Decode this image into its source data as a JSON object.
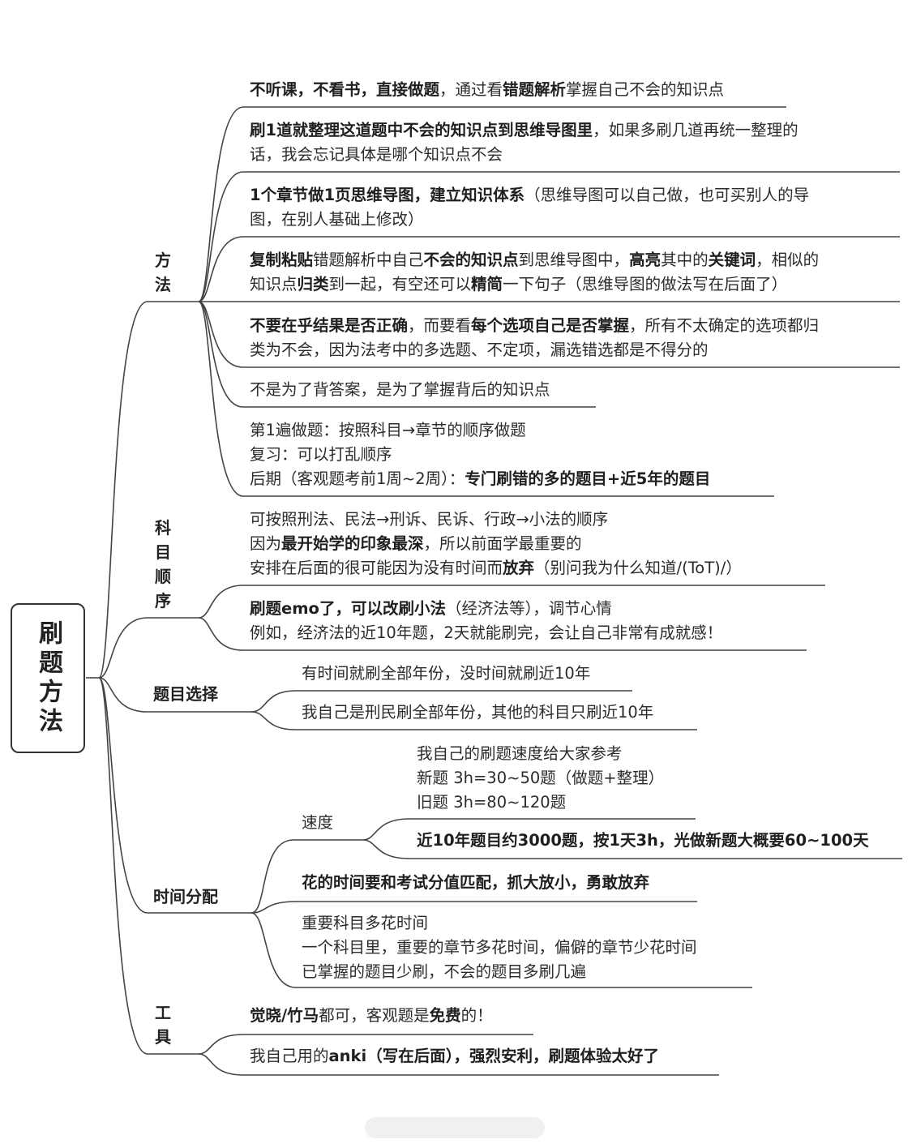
{
  "root": {
    "title": "刷题方法"
  },
  "branches": {
    "method": "方法",
    "subject_order": "科目顺序",
    "question_selection": "题目选择",
    "time_allocation": "时间分配",
    "tools": "工具",
    "speed": "速度"
  },
  "leaves": {
    "m1": {
      "l1": [
        {
          "t": "不听课，不看书，直接做题",
          "b": true
        },
        {
          "t": "，通过看"
        },
        {
          "t": "错题解析",
          "b": true
        },
        {
          "t": "掌握自己不会的知识点"
        }
      ]
    },
    "m2": {
      "l1": [
        {
          "t": "刷1道就整理这道题中不会的知识点到思维导图里",
          "b": true
        },
        {
          "t": "，如果多刷几道再统一整理的"
        }
      ],
      "l2": [
        {
          "t": "话，我会忘记具体是哪个知识点不会"
        }
      ]
    },
    "m3": {
      "l1": [
        {
          "t": "1个章节做1页思维导图，建立知识体系",
          "b": true
        },
        {
          "t": "（思维导图可以自己做，也可买别人的导"
        }
      ],
      "l2": [
        {
          "t": "图，在别人基础上修改）"
        }
      ]
    },
    "m4": {
      "l1": [
        {
          "t": "复制粘贴",
          "b": true
        },
        {
          "t": "错题解析中自己"
        },
        {
          "t": "不会的知识点",
          "b": true
        },
        {
          "t": "到思维导图中，"
        },
        {
          "t": "高亮",
          "b": true
        },
        {
          "t": "其中的"
        },
        {
          "t": "关键词",
          "b": true
        },
        {
          "t": "，相似的"
        }
      ],
      "l2": [
        {
          "t": "知识点"
        },
        {
          "t": "归类",
          "b": true
        },
        {
          "t": "到一起，有空还可以"
        },
        {
          "t": "精简",
          "b": true
        },
        {
          "t": "一下句子（思维导图的做法写在后面了）"
        }
      ]
    },
    "m5": {
      "l1": [
        {
          "t": "不要在乎结果是否正确",
          "b": true
        },
        {
          "t": "，而要看"
        },
        {
          "t": "每个选项自己是否掌握",
          "b": true
        },
        {
          "t": "，所有不太确定的选项都归"
        }
      ],
      "l2": [
        {
          "t": "类为不会，因为法考中的多选题、不定项，漏选错选都是不得分的"
        }
      ]
    },
    "m6": {
      "l1": [
        {
          "t": "不是为了背答案，是为了掌握背后的知识点"
        }
      ]
    },
    "m7": {
      "l1": [
        {
          "t": "第1遍做题：按照科目→章节的顺序做题"
        }
      ],
      "l2": [
        {
          "t": "复习：可以打乱顺序"
        }
      ],
      "l3": [
        {
          "t": "后期（客观题考前1周~2周）："
        },
        {
          "t": "专门刷错的多的题目+近5年的题目",
          "b": true
        }
      ]
    },
    "s1": {
      "l1": [
        {
          "t": "可按照刑法、民法→刑诉、民诉、行政→小法的顺序"
        }
      ],
      "l2": [
        {
          "t": "因为"
        },
        {
          "t": "最开始学的印象最深",
          "b": true
        },
        {
          "t": "，所以前面学最重要的"
        }
      ],
      "l3": [
        {
          "t": "安排在后面的很可能因为没有时间而"
        },
        {
          "t": "放弃",
          "b": true
        },
        {
          "t": "（别问我为什么知道/(ToT)/）"
        }
      ]
    },
    "s2": {
      "l1": [
        {
          "t": "刷题emo了，可以改刷小法",
          "b": true
        },
        {
          "t": "（经济法等），调节心情"
        }
      ],
      "l2": [
        {
          "t": "例如，经济法的近10年题，2天就能刷完，会让自己非常有成就感！"
        }
      ]
    },
    "q1": {
      "l1": [
        {
          "t": "有时间就刷全部年份，没时间就刷近10年"
        }
      ]
    },
    "q2": {
      "l1": [
        {
          "t": "我自己是刑民刷全部年份，其他的科目只刷近10年"
        }
      ]
    },
    "sp1": {
      "l1": [
        {
          "t": "我自己的刷题速度给大家参考"
        }
      ],
      "l2": [
        {
          "t": "新题 3h=30~50题（做题+整理）"
        }
      ],
      "l3": [
        {
          "t": "旧题 3h=80~120题"
        }
      ]
    },
    "sp2": {
      "l1": [
        {
          "t": "近10年题目约3000题，按1天3h，光做新题大概要60~100天",
          "b": true
        }
      ]
    },
    "t1": {
      "l1": [
        {
          "t": "花的时间要和考试分值匹配，抓大放小，勇敢放弃",
          "b": true
        }
      ]
    },
    "t2": {
      "l1": [
        {
          "t": "重要科目多花时间"
        }
      ],
      "l2": [
        {
          "t": "一个科目里，重要的章节多花时间，偏僻的章节少花时间"
        }
      ],
      "l3": [
        {
          "t": "已掌握的题目少刷，不会的题目多刷几遍"
        }
      ]
    },
    "k1": {
      "l1": [
        {
          "t": "觉晓/竹马",
          "b": true
        },
        {
          "t": "都可，客观题是"
        },
        {
          "t": "免费",
          "b": true
        },
        {
          "t": "的！"
        }
      ]
    },
    "k2": {
      "l1": [
        {
          "t": "我自己用的"
        },
        {
          "t": "anki（写在后面），强烈安利，刷题体验太好了",
          "b": true
        }
      ]
    }
  }
}
